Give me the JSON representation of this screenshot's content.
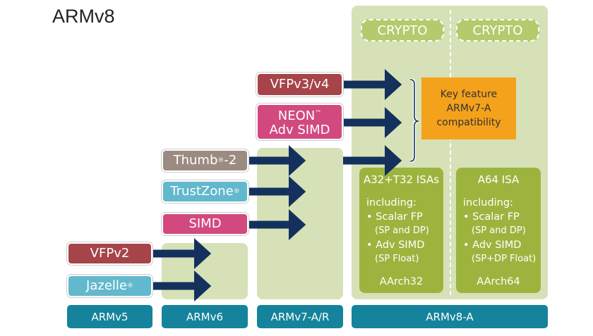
{
  "title": "ARMv8",
  "columns": {
    "armv5": "ARMv5",
    "armv6": "ARMv6",
    "armv7": "ARMv7-A/R",
    "armv8": "ARMv8-A"
  },
  "features": {
    "vfpv3": "VFPv3/v4",
    "neon_line1": "NEON",
    "neon_tm": "™",
    "neon_line2": "Adv SIMD",
    "thumb": "Thumb",
    "thumb_reg": "®",
    "thumb_suffix": "-2",
    "trustzone": "TrustZone",
    "trustzone_reg": "®",
    "simd": "SIMD",
    "vfpv2": "VFPv2",
    "jazelle": "Jazelle",
    "jazelle_reg": "®"
  },
  "crypto": [
    "CRYPTO",
    "CRYPTO"
  ],
  "key_feature": {
    "line1": "Key feature",
    "line2": "ARMv7-A",
    "line3": "compatibility"
  },
  "aarch32": {
    "title": "A32+T32 ISAs",
    "including": "including:",
    "item1": "• Scalar FP",
    "item1_sub": "(SP and DP)",
    "item2": "• Adv SIMD",
    "item2_sub": "(SP Float)",
    "footer": "AArch32"
  },
  "aarch64": {
    "title": "A64 ISA",
    "including": "including:",
    "item1": "• Scalar FP",
    "item1_sub": "(SP and DP)",
    "item2": "• Adv SIMD",
    "item2_sub": "(SP+DP Float)",
    "footer": "AArch64"
  },
  "colors": {
    "column_bg": "#d6e1b8",
    "footer_bar": "#15839c",
    "arrow": "#13315c",
    "key_box": "#f4a11c",
    "isa_box": "#9cb43e"
  }
}
